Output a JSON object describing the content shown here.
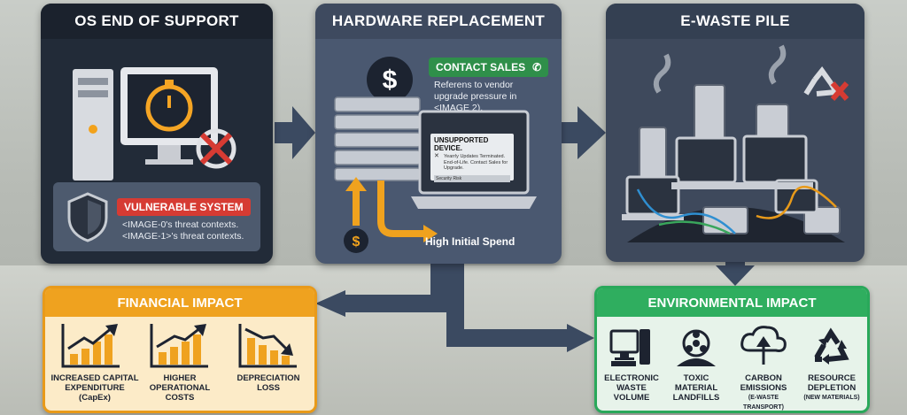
{
  "panels": {
    "os": {
      "title": "OS END OF SUPPORT",
      "vulnerable_badge": "VULNERABLE SYSTEM",
      "threat_line_1": "<IMAGE-0's threat contexts.",
      "threat_line_2": "<IMAGE-1>'s threat contexts."
    },
    "hardware": {
      "title": "HARDWARE REPLACEMENT",
      "contact_sales": "CONTACT SALES",
      "vendor_note": "Referens to vendor upgrade pressure in <IMAGE 2).",
      "popup_title": "UNSUPPORTED DEVICE.",
      "popup_message": "Yearrly Updates Terminated. End-of-Life. Contact Sales for Upgrade.",
      "popup_footer": "Security Risk",
      "spend_label": "High Initial Spend"
    },
    "ewaste": {
      "title": "E-WASTE PILE"
    }
  },
  "financial": {
    "title": "FINANCIAL IMPACT",
    "items": [
      {
        "label": "INCREASED CAPITAL EXPENDITURE (CapEx)"
      },
      {
        "label": "HIGHER OPERATIONAL COSTS"
      },
      {
        "label": "DEPRECIATION LOSS"
      }
    ]
  },
  "environmental": {
    "title": "ENVIRONMENTAL IMPACT",
    "items": [
      {
        "label": "ELECTRONIC WASTE VOLUME",
        "sub": ""
      },
      {
        "label": "TOXIC MATERIAL LANDFILLS",
        "sub": ""
      },
      {
        "label": "CARBON EMISSIONS",
        "sub": "(E-WASTE TRANSPORT)"
      },
      {
        "label": "RESOURCE DEPLETION",
        "sub": "(NEW MATERIALS)"
      }
    ]
  },
  "colors": {
    "accent_orange": "#efa21f",
    "accent_green": "#2fae5f",
    "alert_red": "#d63b33",
    "flow_arrow": "#3b4a61"
  },
  "icons": [
    "computer-icon",
    "stopwatch-icon",
    "no-update-icon",
    "shield-icon",
    "dollar-icon",
    "phone-icon",
    "server-stack-icon",
    "laptop-icon",
    "recycle-x-icon",
    "bar-chart-up-icon",
    "bar-chart-down-icon",
    "monitor-tower-icon",
    "biohazard-icon",
    "cloud-arrow-icon",
    "recycle-icon"
  ]
}
